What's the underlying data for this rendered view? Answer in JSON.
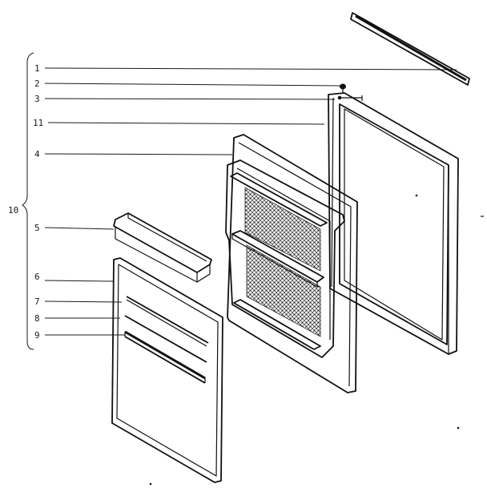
{
  "diagram": {
    "callouts": [
      "1",
      "2",
      "3",
      "11",
      "4",
      "10",
      "5",
      "6",
      "7",
      "8",
      "9"
    ]
  },
  "colors": {
    "ink": "#111111",
    "background": "#ffffff"
  }
}
